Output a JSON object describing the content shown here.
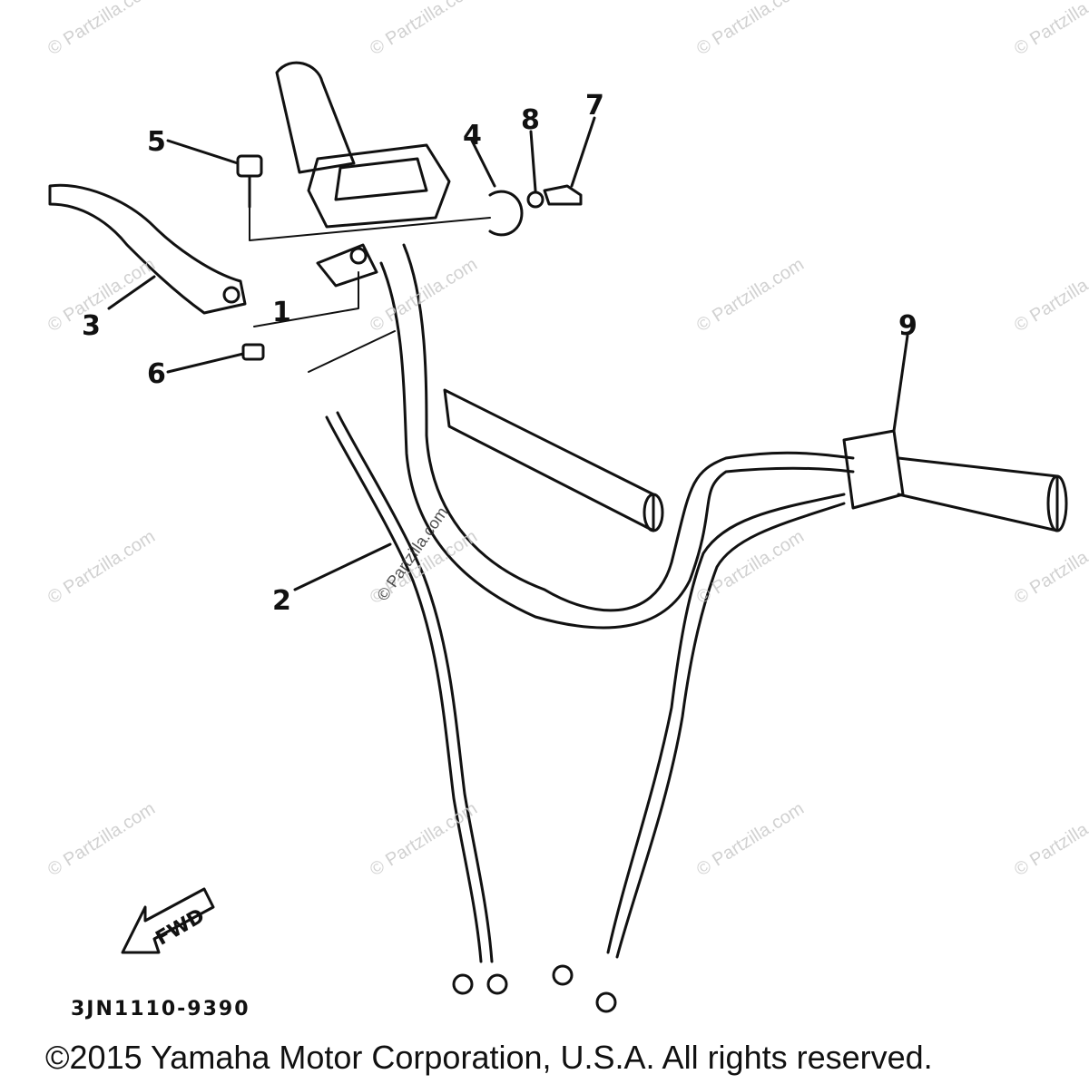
{
  "watermarks": [
    "© Partzilla.com",
    "© Partzilla.com",
    "© Partzilla.com",
    "© Partzilla.com",
    "© Partzilla.com",
    "© Partzilla.com",
    "© Partzilla.com",
    "© Partzilla.com",
    "© Partzilla.com",
    "© Partzilla.com",
    "© Partzilla.com",
    "© Partzilla.com",
    "© Partzilla.com",
    "© Partzilla.com",
    "© Partzilla.com",
    "© Partzilla.com",
    "© Partzilla.com"
  ],
  "callouts": {
    "c1": "1",
    "c2": "2",
    "c3": "3",
    "c4": "4",
    "c5": "5",
    "c6": "6",
    "c7": "7",
    "c8": "8",
    "c9": "9"
  },
  "direction_label": "FWD",
  "diagram_code": "3JN1110-9390",
  "copyright": "©2015 Yamaha Motor Corporation, U.S.A. All rights reserved."
}
